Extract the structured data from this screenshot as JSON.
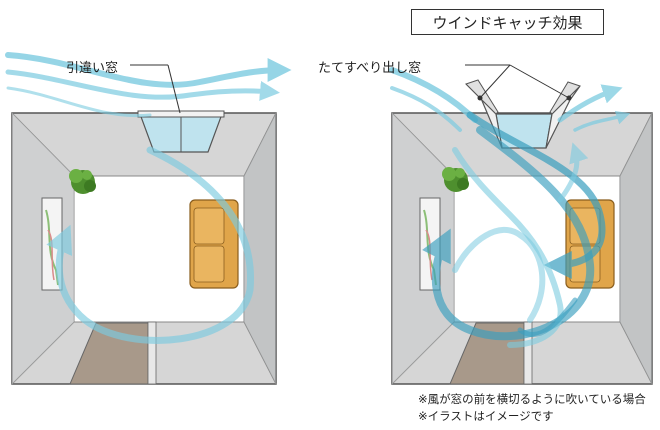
{
  "title": "ウインドキャッチ効果",
  "left_room": {
    "window_label": "引違い窓"
  },
  "right_room": {
    "window_label": "たてすべり出し窓"
  },
  "notes": [
    "※風が窓の前を横切るように吹いている場合",
    "※イラストはイメージです"
  ],
  "colors": {
    "wall": "#d6d6d6",
    "wall_shadow": "#aeb2b4",
    "floor": "#ffffff",
    "door_mat": "#a8998a",
    "sofa": "#e0a54a",
    "wind_light": "#7ccbe0",
    "wind_dark": "#3a9fbf",
    "plant": "#4e8f2e",
    "glass": "#bfe3ee"
  },
  "icons": [
    "plant-icon",
    "sofa-icon",
    "painting-icon",
    "door-icon",
    "wind-arrow-icon"
  ]
}
